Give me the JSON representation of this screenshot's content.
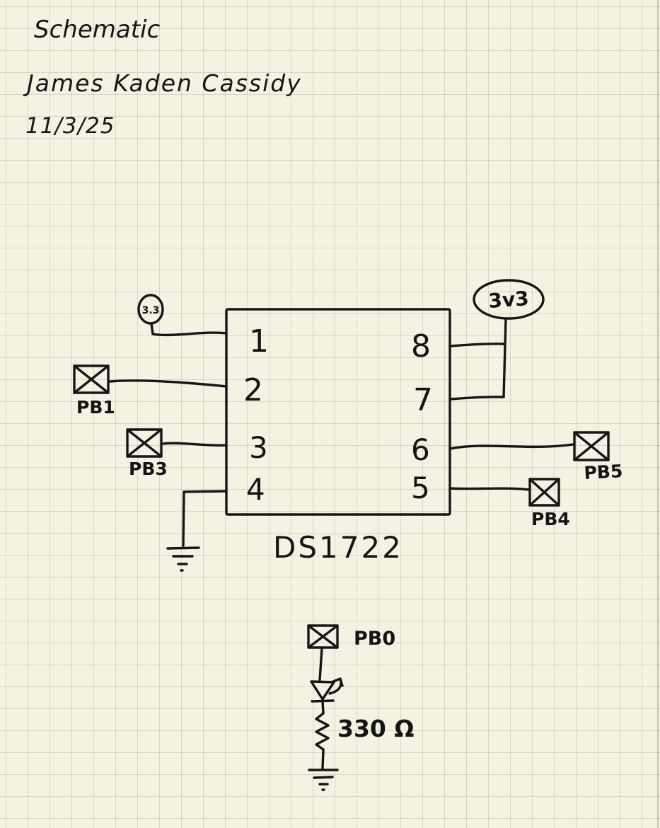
{
  "header": {
    "title": "Schematic",
    "author": "James Kaden Cassidy",
    "date": "11/3/25"
  },
  "ic": {
    "label": "DS1722",
    "pins": {
      "p1": "1",
      "p2": "2",
      "p3": "3",
      "p4": "4",
      "p5": "5",
      "p6": "6",
      "p7": "7",
      "p8": "8"
    }
  },
  "labels": {
    "supply_circle": "3.3",
    "rail": "3v3",
    "pb1": "PB1",
    "pb3": "PB3",
    "pb5": "PB5",
    "pb4": "PB4",
    "pb0": "PB0",
    "resistor": "330 Ω"
  },
  "colors": {
    "paper": "#f5f2e4",
    "grid": "#d7d9d0",
    "ink": "#161616"
  }
}
